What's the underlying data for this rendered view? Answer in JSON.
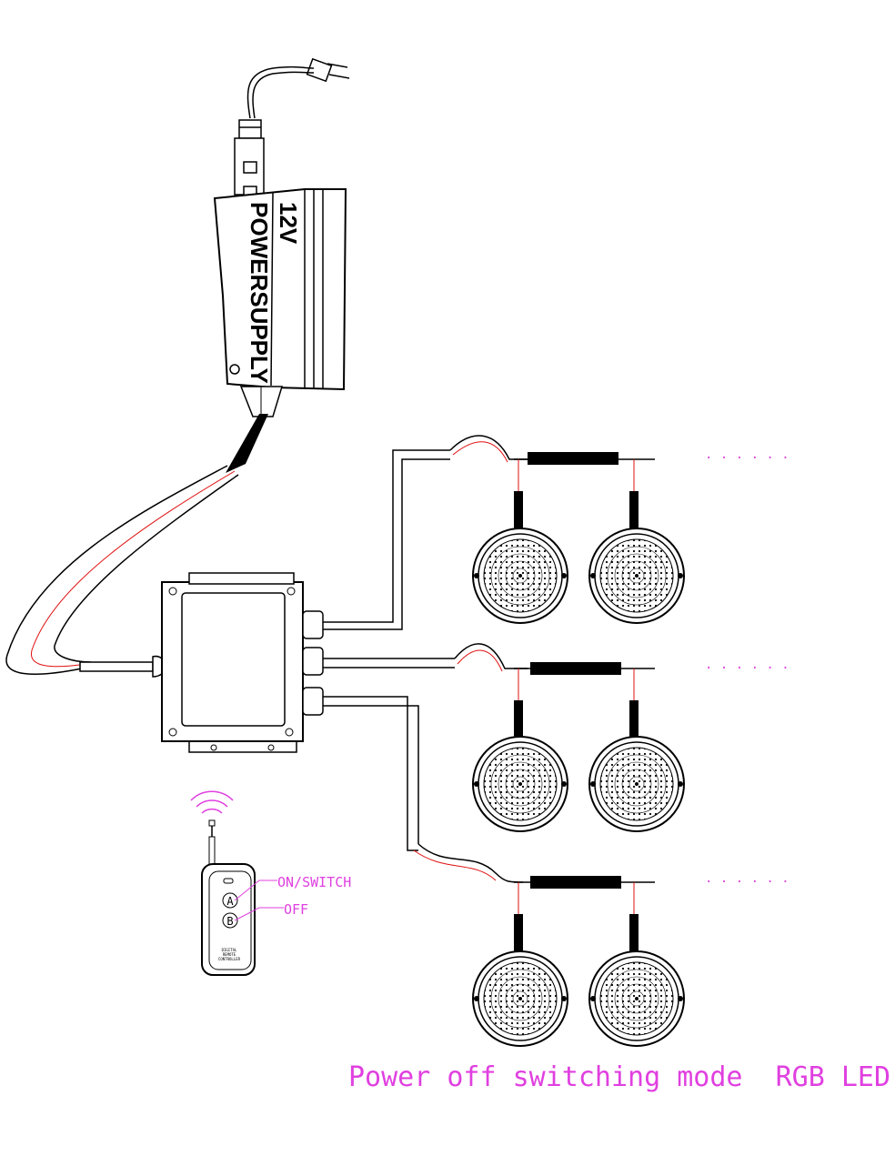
{
  "psu": {
    "voltage": "12V",
    "label": "POWERSUPPLY"
  },
  "remote": {
    "button_a": "A",
    "button_b": "B",
    "callout_on": "ON/SWITCH",
    "callout_off": "OFF",
    "body_text_1": "DIGITAL",
    "body_text_2": "REMOTE",
    "body_text_3": "CONTROLLER"
  },
  "continuation": "· · · · · ·",
  "caption": "Power off switching mode  RGB LED",
  "colors": {
    "accent": "#e040e0",
    "wire_red": "#e01010",
    "line": "#000000"
  }
}
